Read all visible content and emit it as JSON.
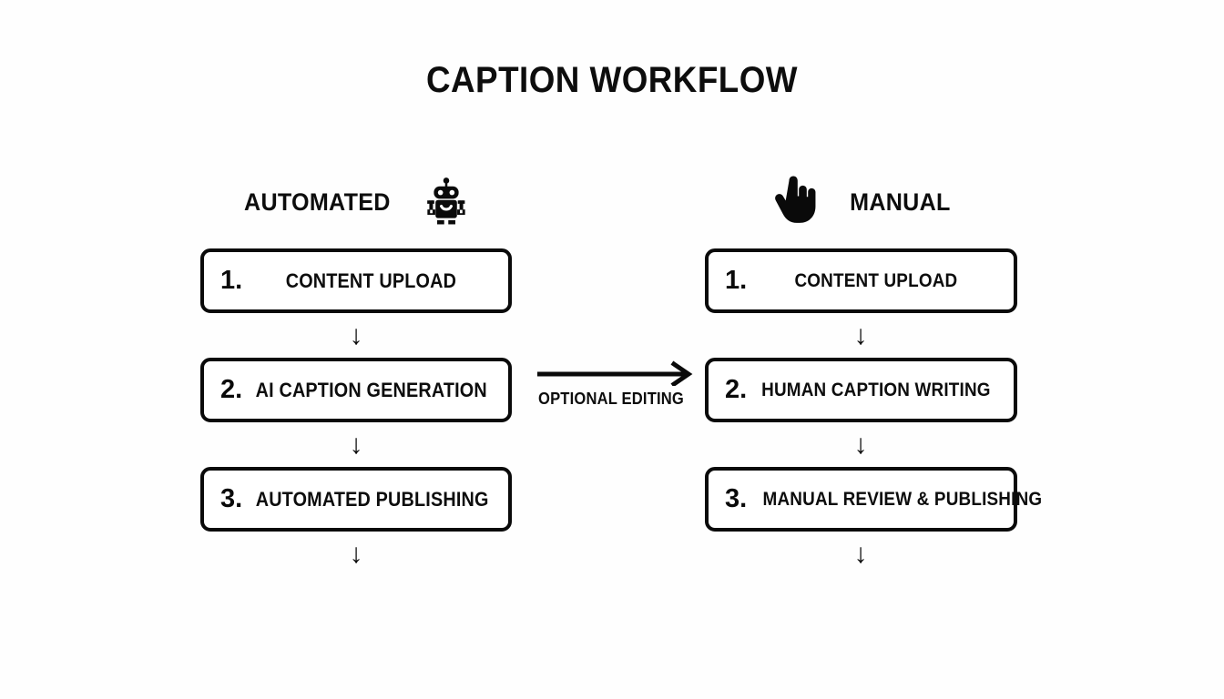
{
  "diagram": {
    "title": "CAPTION WORKFLOW",
    "background_color": "#fefefe",
    "ink_color": "#0a0a0a",
    "columns": [
      {
        "key": "automated",
        "header": "AUTOMATED",
        "icon": "robot-icon",
        "icon_position": "right",
        "steps": [
          {
            "number": "1.",
            "label": "CONTENT UPLOAD"
          },
          {
            "number": "2.",
            "label": "AI CAPTION GENERATION"
          },
          {
            "number": "3.",
            "label": "AUTOMATED PUBLISHING"
          }
        ]
      },
      {
        "key": "manual",
        "header": "MANUAL",
        "icon": "pointing-hand-icon",
        "icon_position": "left",
        "steps": [
          {
            "number": "1.",
            "label": "CONTENT UPLOAD"
          },
          {
            "number": "2.",
            "label": "HUMAN CAPTION WRITING"
          },
          {
            "number": "3.",
            "label": "MANUAL REVIEW & PUBLISHING"
          }
        ]
      }
    ],
    "connector": {
      "label": "OPTIONAL EDITING",
      "direction": "left-to-right",
      "from_step": "2. AI CAPTION GENERATION",
      "to_step": "2. HUMAN CAPTION WRITING"
    },
    "flow_arrow_glyph": "↓"
  }
}
